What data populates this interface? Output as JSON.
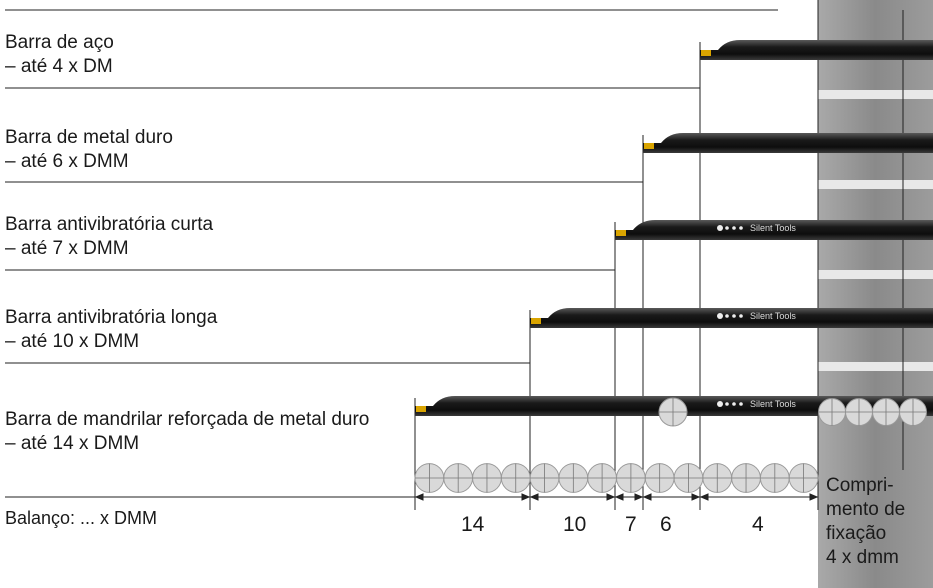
{
  "bars": [
    {
      "title": "Barra de aço",
      "sub": "– até 4 x DM"
    },
    {
      "title": "Barra de metal duro",
      "sub": "– até 6 x DMM"
    },
    {
      "title": "Barra antivibratória curta",
      "sub": "– até 7 x DMM",
      "brand": "Silent Tools"
    },
    {
      "title": "Barra antivibratória longa",
      "sub": "– até 10 x DMM",
      "brand": "Silent Tools"
    },
    {
      "title": "Barra de mandrilar reforçada de metal duro",
      "sub": "– até 14 x DMM",
      "brand": "Silent Tools"
    }
  ],
  "legend": "Balanço: ... x DMM",
  "dimensions": [
    "14",
    "10",
    "7",
    "6",
    "4"
  ],
  "clamping_label": [
    "Compri-",
    "mento de",
    "fixação",
    "4 x dmm"
  ],
  "colors": {
    "bar": "#1b1b1b",
    "insert": "#d9a400",
    "clamp": "#8f8f8f",
    "lines": "#222222"
  }
}
